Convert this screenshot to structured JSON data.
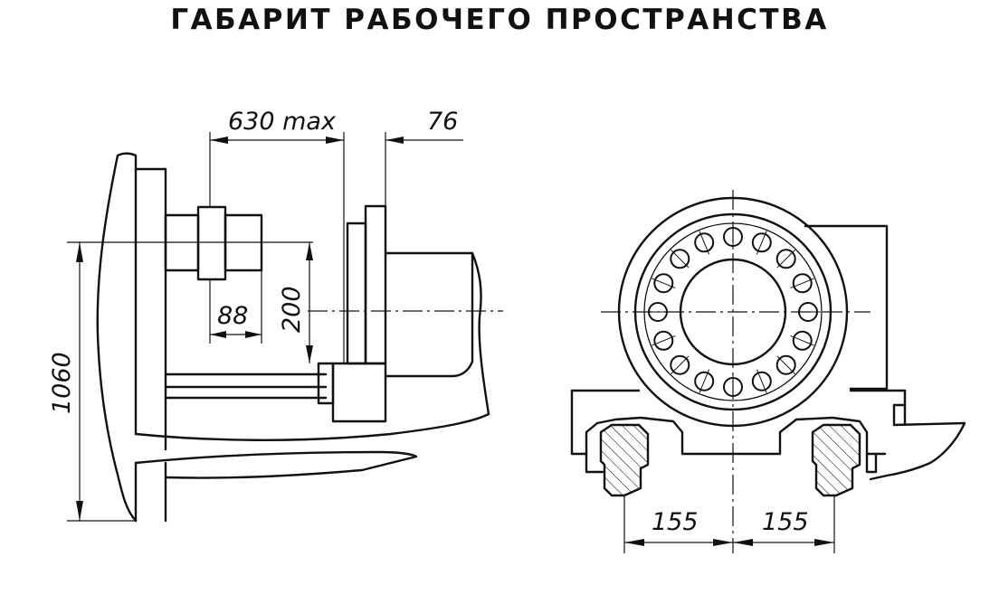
{
  "title": "ГАБАРИТ РАБОЧЕГО ПРОСТРАНСТВА",
  "side_view": {
    "dim_630": "630 max",
    "dim_76": "76",
    "dim_88": "88",
    "dim_200": "200",
    "dim_1060": "1060"
  },
  "front_view": {
    "dim_155_left": "155",
    "dim_155_right": "155",
    "hole_count": 16
  }
}
